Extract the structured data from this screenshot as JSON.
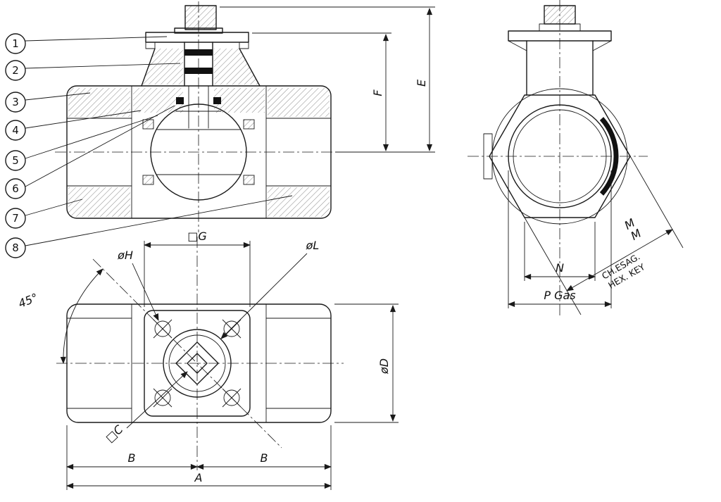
{
  "callouts": [
    "1",
    "2",
    "3",
    "4",
    "5",
    "6",
    "7",
    "8"
  ],
  "dimensions": {
    "E": "E",
    "F": "F",
    "G": "□G",
    "H": "øH",
    "L": "øL",
    "D": "øD",
    "C": "□C",
    "B_left": "B",
    "B_right": "B",
    "A": "A",
    "angle": "45°",
    "N": "N",
    "P": "P Gas"
  },
  "hex_note": {
    "line1": "CH.ESAG.",
    "line2": "HEX. KEY",
    "m1": "M",
    "m2": "M"
  },
  "colors": {
    "line": "#1a1a1a",
    "background": "#ffffff",
    "seal": "#111111"
  }
}
